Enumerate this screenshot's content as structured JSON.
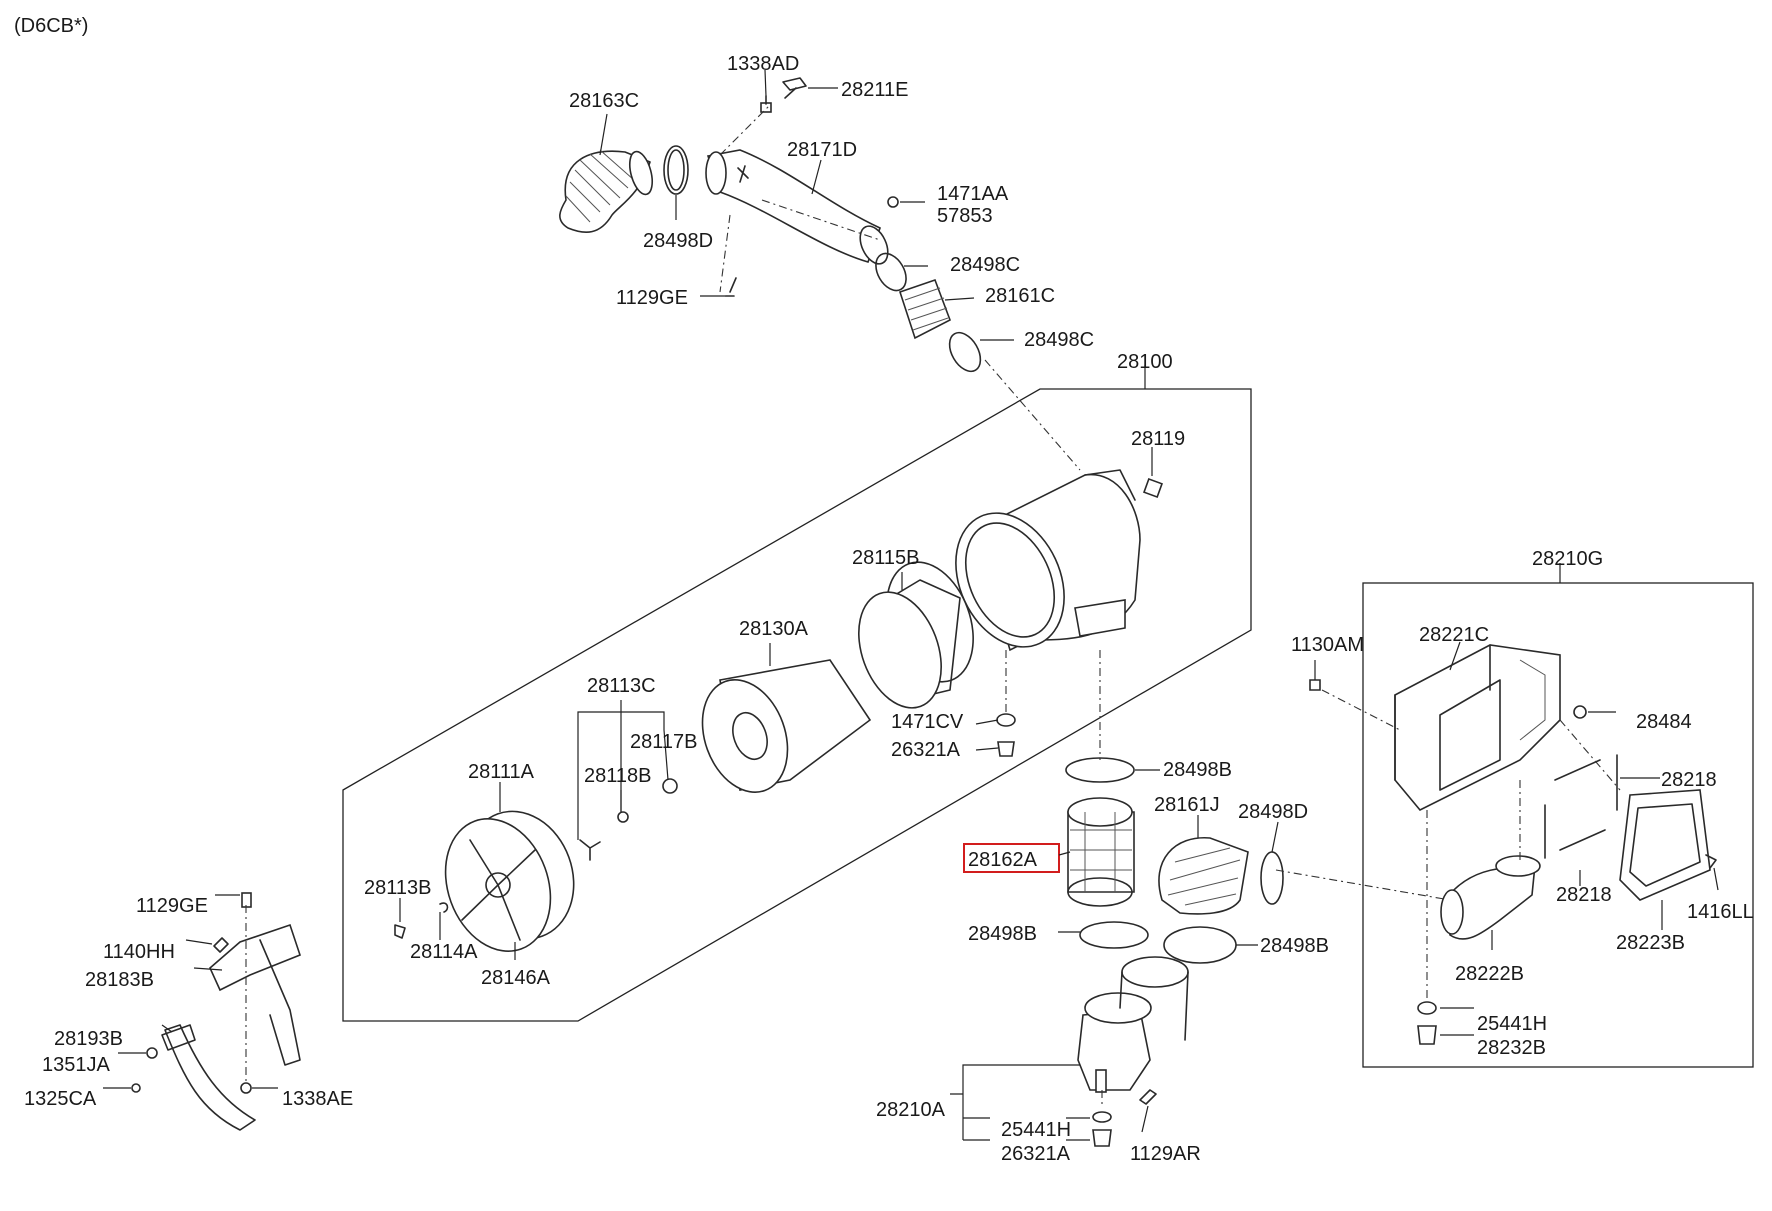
{
  "header": {
    "engine_code": "(D6CB*)"
  },
  "labels": {
    "p1338AD": "1338AD",
    "p28211E": "28211E",
    "p28163C": "28163C",
    "p28171D": "28171D",
    "p1471AA": "1471AA",
    "p57853": "57853",
    "p28498D_top": "28498D",
    "p28498C_1": "28498C",
    "p28161C": "28161C",
    "p1129GE_top": "1129GE",
    "p28498C_2": "28498C",
    "p28100": "28100",
    "p28119": "28119",
    "p28115B": "28115B",
    "p28130A": "28130A",
    "p28113C": "28113C",
    "p28117B": "28117B",
    "p28118B": "28118B",
    "p28111A": "28111A",
    "p28113B": "28113B",
    "p28114A": "28114A",
    "p28146A": "28146A",
    "p1471CV": "1471CV",
    "p26321A_mid": "26321A",
    "p28498B_1": "28498B",
    "p28161J": "28161J",
    "p28498D_mid": "28498D",
    "p28162A": "28162A",
    "p28498B_2": "28498B",
    "p28498B_3": "28498B",
    "p28210A": "28210A",
    "p25441H_bot": "25441H",
    "p26321A_bot": "26321A",
    "p1129AR": "1129AR",
    "p28210G": "28210G",
    "p28221C": "28221C",
    "p1130AM": "1130AM",
    "p28484": "28484",
    "p28218_1": "28218",
    "p28218_2": "28218",
    "p1416LL": "1416LL",
    "p28223B": "28223B",
    "p28222B": "28222B",
    "p25441H_right": "25441H",
    "p28232B": "28232B",
    "p1129GE_left": "1129GE",
    "p1140HH": "1140HH",
    "p28183B": "28183B",
    "p28193B": "28193B",
    "p1351JA": "1351JA",
    "p1325CA": "1325CA",
    "p1338AE": "1338AE"
  },
  "highlight": {
    "part": "28162A",
    "color": "#d21d1d"
  }
}
